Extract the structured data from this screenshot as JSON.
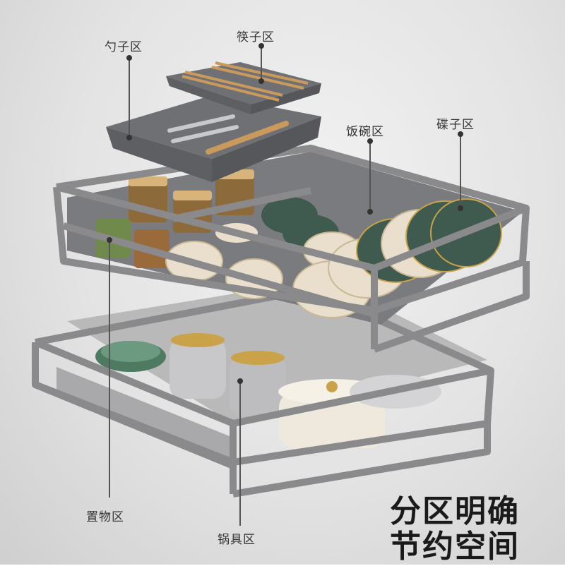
{
  "labels": {
    "spoon": "勺子区",
    "chopsticks": "筷子区",
    "rice_bowl": "饭碗区",
    "dish": "碟子区",
    "storage": "置物区",
    "cookware": "锅具区"
  },
  "slogan": {
    "line1": "分区明确",
    "line2": "节约空间"
  },
  "colors": {
    "frame": "#8a8a8c",
    "tray": "#6e7074",
    "plate_green": "#3f5a4e",
    "plate_cream": "#e9dfcc",
    "wood": "#c99a5c"
  }
}
